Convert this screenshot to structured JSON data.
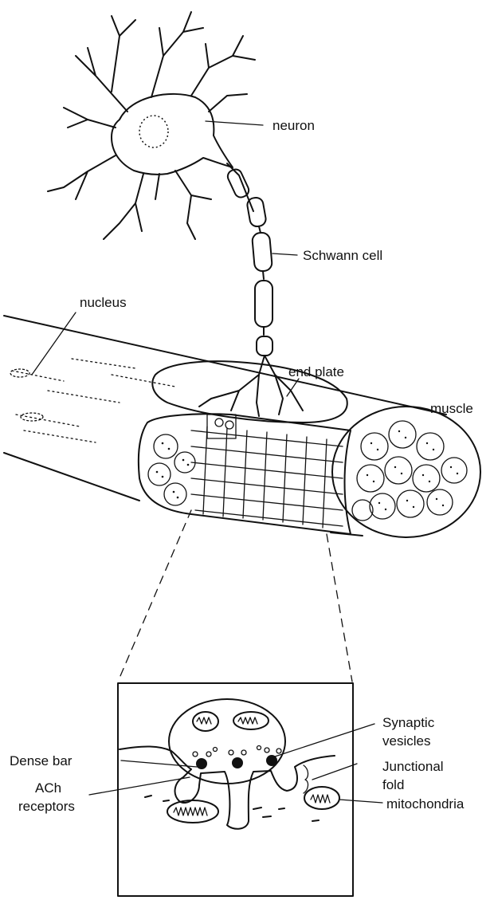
{
  "labels": {
    "neuron": "neuron",
    "schwann_cell": "Schwann cell",
    "nucleus": "nucleus",
    "end_plate": "end plate",
    "muscle": "muscle",
    "synaptic_vesicles_line1": "Synaptic",
    "synaptic_vesicles_line2": "vesicles",
    "dense_bar": "Dense bar",
    "junctional_fold_line1": "Junctional",
    "junctional_fold_line2": "fold",
    "ach_receptors_line1": "ACh",
    "ach_receptors_line2": "receptors",
    "mitochondria": "mitochondria"
  }
}
